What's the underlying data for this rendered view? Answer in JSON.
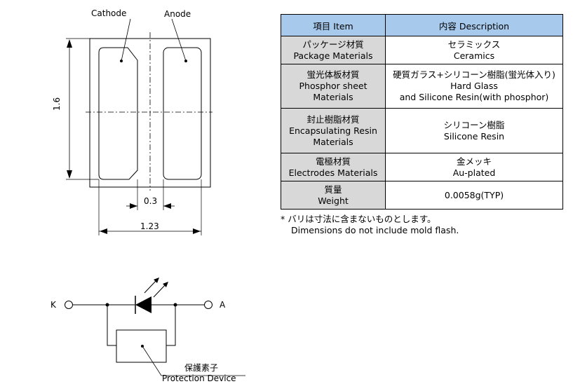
{
  "package_drawing": {
    "cathode_label": "Cathode",
    "anode_label": "Anode",
    "height_dim": "1.6",
    "gap_dim": "0.3",
    "width_dim": "1.23"
  },
  "spec_table": {
    "header_item": "項目 Item",
    "header_desc": "内容 Description",
    "rows": [
      {
        "item_jp": "パッケージ材質",
        "item_en": "Package Materials",
        "item_en2": "",
        "desc_jp": "セラミックス",
        "desc_en": "Ceramics",
        "desc_en2": ""
      },
      {
        "item_jp": "蛍光体板材質",
        "item_en": "Phosphor sheet",
        "item_en2": "Materials",
        "desc_jp": "硬質ガラス+シリコーン樹脂(蛍光体入り)",
        "desc_en": "Hard Glass",
        "desc_en2": "and Silicone Resin(with phosphor)"
      },
      {
        "item_jp": "封止樹脂材質",
        "item_en": "Encapsulating Resin",
        "item_en2": "Materials",
        "desc_jp": "シリコーン樹脂",
        "desc_en": "Silicone Resin",
        "desc_en2": ""
      },
      {
        "item_jp": "電極材質",
        "item_en": "Electrodes Materials",
        "item_en2": "",
        "desc_jp": "金メッキ",
        "desc_en": "Au-plated",
        "desc_en2": ""
      },
      {
        "item_jp": "質量",
        "item_en": "Weight",
        "item_en2": "",
        "desc_jp": "",
        "desc_en": "0.0058g(TYP)",
        "desc_en2": ""
      }
    ]
  },
  "note": {
    "jp": "* バリは寸法に含まないものとします。",
    "en": "Dimensions do not include mold flash."
  },
  "circuit": {
    "k_label": "K",
    "a_label": "A",
    "protection_jp": "保護素子",
    "protection_en": "Protection Device"
  }
}
